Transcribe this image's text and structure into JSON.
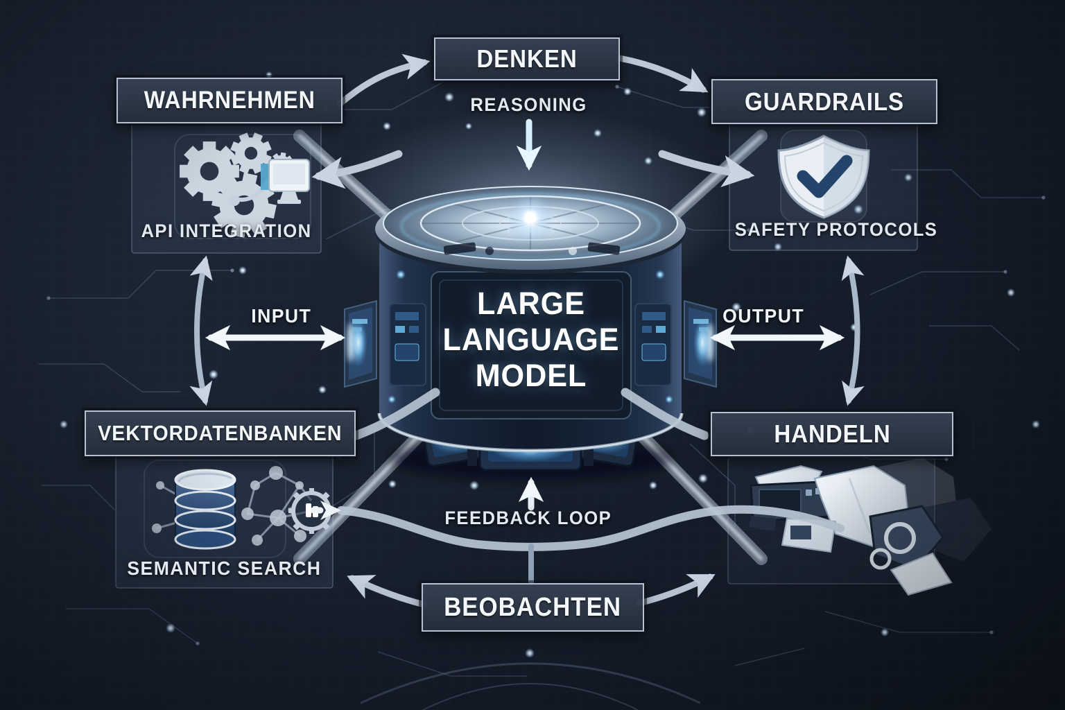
{
  "diagram": {
    "type": "llm-agent-architecture",
    "center": {
      "title_lines": [
        "LARGE",
        "LANGUAGE",
        "MODEL"
      ]
    },
    "nodes": {
      "denken": {
        "label": "DENKEN",
        "sublabel": "REASONING"
      },
      "wahrnehmen": {
        "label": "WAHRNEHMEN",
        "sublabel": "API INTEGRATION",
        "icon": "gears-api-icon"
      },
      "guardrails": {
        "label": "GUARDRAILS",
        "sublabel": "SAFETY PROTOCOLS",
        "icon": "shield-check-icon"
      },
      "vektordatenbanken": {
        "label": "VEKTORDATENBANKEN",
        "sublabel": "SEMANTIC SEARCH",
        "icon": "vector-database-icon"
      },
      "handeln": {
        "label": "HANDELN",
        "icon": "robot-arm-icon"
      },
      "beobachten": {
        "label": "BEOBACHTEN"
      }
    },
    "flow_labels": {
      "input": "INPUT",
      "output": "OUTPUT",
      "feedback": "FEEDBACK LOOP"
    },
    "connections": [
      {
        "from": "wahrnehmen",
        "to": "denken"
      },
      {
        "from": "denken",
        "to": "guardrails"
      },
      {
        "from": "denken",
        "to": "llm-core",
        "label": "REASONING"
      },
      {
        "from": "wahrnehmen",
        "to": "llm-core",
        "label": "INPUT",
        "bidirectional": true
      },
      {
        "from": "llm-core",
        "to": "guardrails"
      },
      {
        "from": "llm-core",
        "to": "handeln",
        "label": "OUTPUT",
        "bidirectional": true
      },
      {
        "from": "wahrnehmen",
        "to": "vektordatenbanken",
        "bidirectional": true
      },
      {
        "from": "guardrails",
        "to": "handeln",
        "bidirectional": true
      },
      {
        "from": "vektordatenbanken",
        "to": "llm-core",
        "label": "FEEDBACK LOOP"
      },
      {
        "from": "beobachten",
        "to": "vektordatenbanken"
      },
      {
        "from": "beobachten",
        "to": "handeln"
      }
    ],
    "colors": {
      "background": "#161e2b",
      "box_fill": "#2c3646",
      "box_border": "#b7c3d2",
      "text": "#f3f6fa",
      "arrow_steel": "#bfcbd8",
      "arrow_white": "#f2f7fc",
      "glow_cyan": "#9bdcff"
    }
  }
}
